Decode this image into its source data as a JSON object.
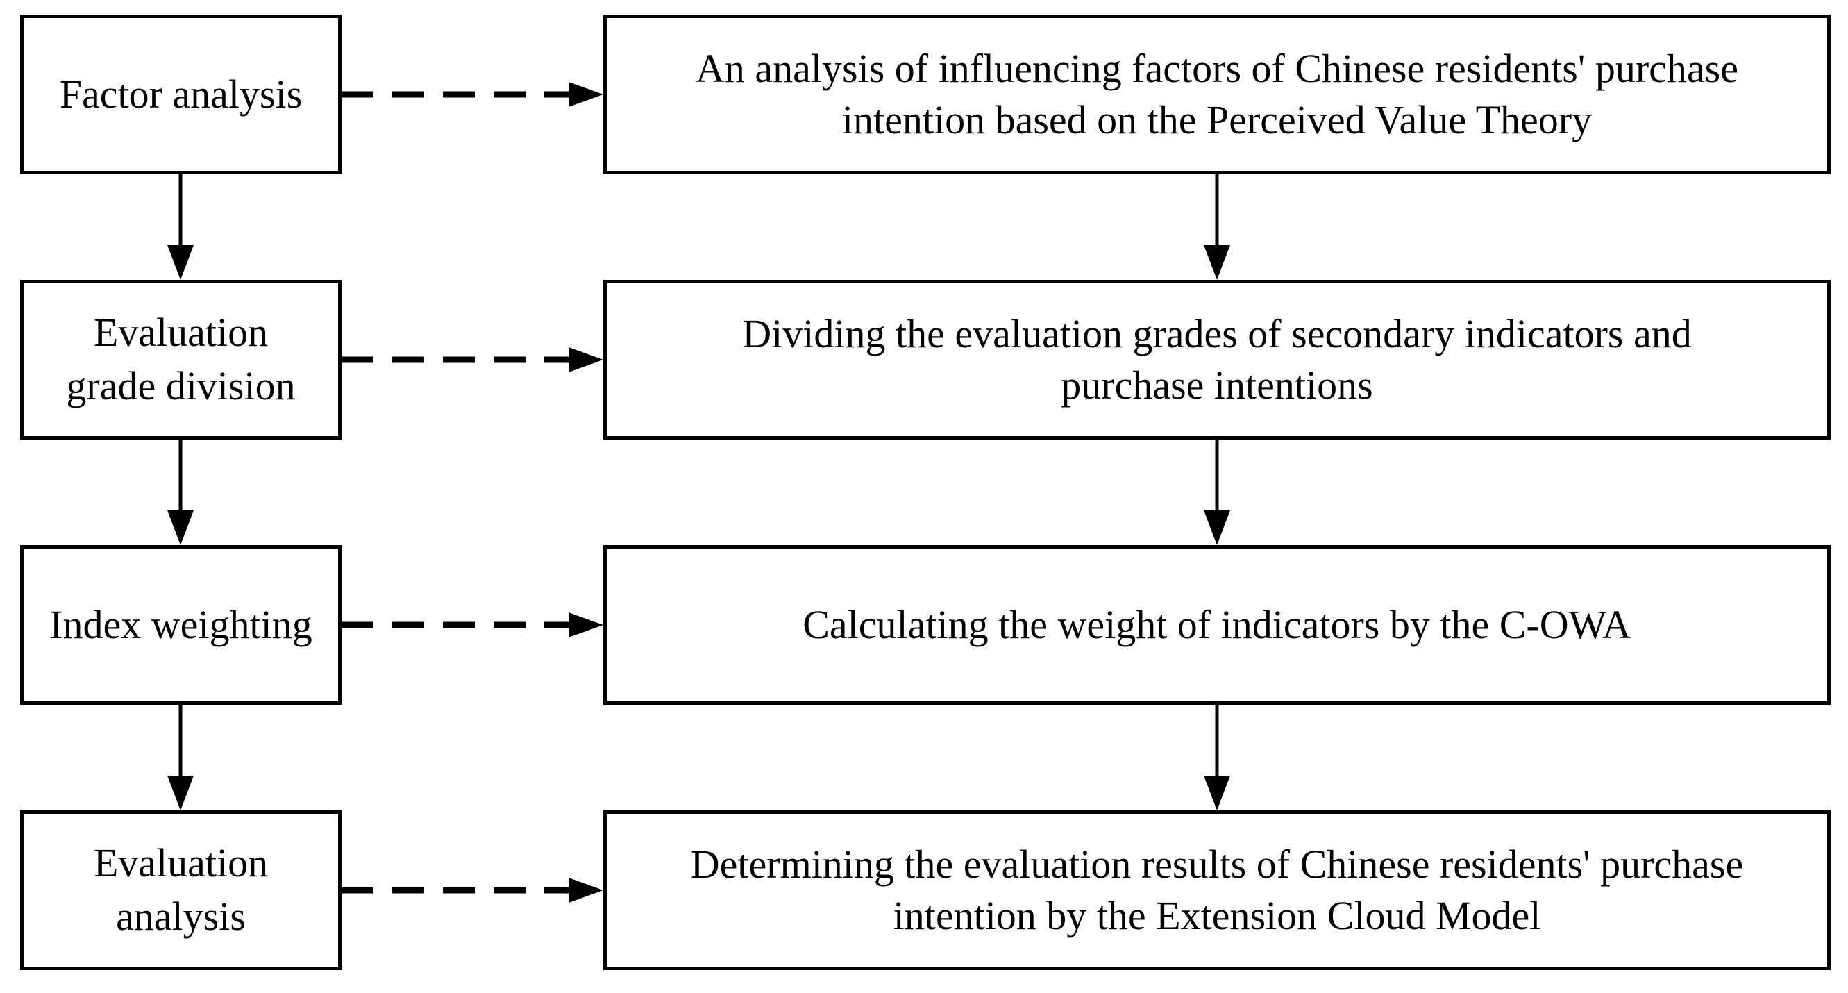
{
  "diagram": {
    "left_column": {
      "steps": [
        {
          "id": "factor-analysis",
          "label": "Factor analysis"
        },
        {
          "id": "evaluation-grade-division",
          "label": "Evaluation\ngrade division"
        },
        {
          "id": "index-weighting",
          "label": "Index weighting"
        },
        {
          "id": "evaluation-analysis",
          "label": "Evaluation\nanalysis"
        }
      ]
    },
    "right_column": {
      "steps": [
        {
          "id": "perceived-value-analysis",
          "label": "An analysis of influencing factors of Chinese residents' purchase\nintention based on the Perceived Value Theory"
        },
        {
          "id": "grade-division-detail",
          "label": "Dividing the evaluation grades of secondary indicators and\npurchase intentions"
        },
        {
          "id": "c-owa-weighting",
          "label": "Calculating the weight of indicators by the C-OWA"
        },
        {
          "id": "extension-cloud-model",
          "label": "Determining the evaluation results of Chinese residents' purchase\nintention by the Extension Cloud Model"
        }
      ]
    },
    "connections": [
      {
        "from": "factor-analysis",
        "to": "perceived-value-analysis",
        "style": "dashed-arrow"
      },
      {
        "from": "evaluation-grade-division",
        "to": "grade-division-detail",
        "style": "dashed-arrow"
      },
      {
        "from": "index-weighting",
        "to": "c-owa-weighting",
        "style": "dashed-arrow"
      },
      {
        "from": "evaluation-analysis",
        "to": "extension-cloud-model",
        "style": "dashed-arrow"
      },
      {
        "from": "factor-analysis",
        "to": "evaluation-grade-division",
        "style": "solid-arrow"
      },
      {
        "from": "evaluation-grade-division",
        "to": "index-weighting",
        "style": "solid-arrow"
      },
      {
        "from": "index-weighting",
        "to": "evaluation-analysis",
        "style": "solid-arrow"
      },
      {
        "from": "perceived-value-analysis",
        "to": "grade-division-detail",
        "style": "solid-arrow"
      },
      {
        "from": "grade-division-detail",
        "to": "c-owa-weighting",
        "style": "solid-arrow"
      },
      {
        "from": "c-owa-weighting",
        "to": "extension-cloud-model",
        "style": "solid-arrow"
      }
    ],
    "colors": {
      "line": "#000000",
      "box_fill": "#ffffff",
      "background": "#ffffff",
      "text": "#000000"
    }
  }
}
